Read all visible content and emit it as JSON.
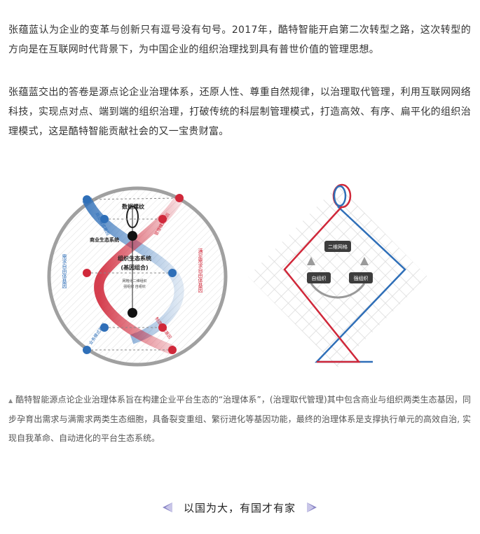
{
  "article": {
    "paragraph_1": "张蕴蓝认为企业的变革与创新只有逗号没有句号。2017年，酷特智能开启第二次转型之路，这次转型的方向是在互联网时代背景下，为中国企业的组织治理找到具有普世价值的管理思想。",
    "paragraph_2": "张蕴蓝交出的答卷是源点论企业治理体系，还原人性、尊重自然规律，以治理取代管理，利用互联网网络科技，实现点对点、端到端的组织治理，打破传统的科层制管理模式，打造高效、有序、扁平化的组织治理模式，这是酷特智能贡献社会的又一宝贵财富。"
  },
  "diagram_left": {
    "top_label": "数据螺纹",
    "business_ecosystem": "商业生态系统",
    "org_ecosystem_line1": "组织生态系统",
    "org_ecosystem_line2": "(基因组合)",
    "small_line1": "网格化二维组织",
    "small_line2": "强组织 自组织",
    "left_outer": "需求自由体基因",
    "right_outer": "满足需求自由体基因",
    "blue_top_strand": "商业模式基因",
    "red_top_strand": "管理模式基因",
    "blue_bottom_strand": "业务模式基因",
    "red_bottom_strand": "制造模式基因",
    "colors": {
      "blue": "#2f6fb8",
      "red": "#d0283a",
      "ring": "#a0a0a0"
    }
  },
  "diagram_right": {
    "top_box": "二维网格",
    "left_box": "自组织",
    "right_box": "强组织",
    "colors": {
      "blue": "#2f6fb8",
      "red": "#d0283a",
      "box": "#3d3d3d"
    }
  },
  "caption": {
    "marker": "▲",
    "text": "酷特智能源点论企业治理体系旨在构建企业平台生态的“治理体系”，(治理取代管理)其中包含商业与组织两类生态基因，同步孕育出需求与满需求两类生态细胞，具备裂变重组、繁衍进化等基因功能，最终的治理体系是支撑执行单元的高效自治, 实现自我革命、自动进化的平台生态系统。"
  },
  "footer": {
    "text": "以国为大，有国才有家"
  }
}
